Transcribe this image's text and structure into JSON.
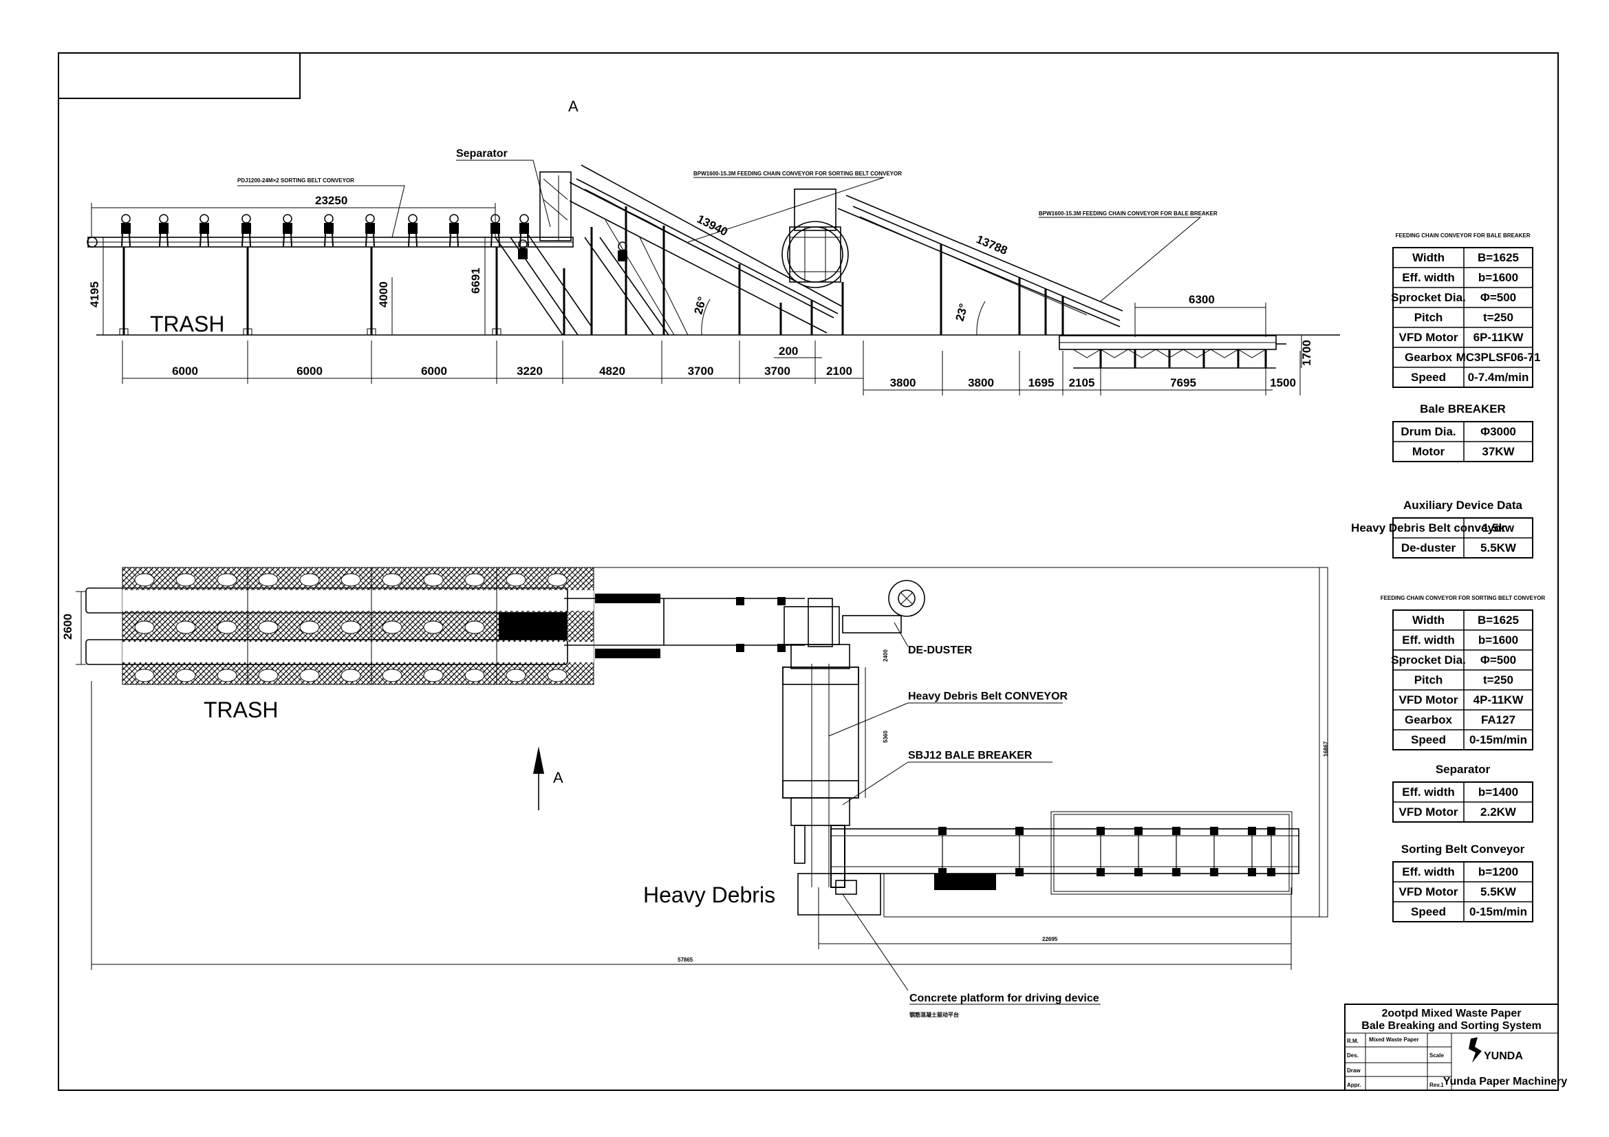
{
  "section_marks": {
    "top": "A",
    "plan": "A"
  },
  "elevation": {
    "labels": {
      "separator": "Separator",
      "sorting_conveyor": "PDJ1200-24M×2 SORTING BELT CONVEYOR",
      "feeding_sorting": "BPW1600-15.3M FEEDING CHAIN CONVEYOR FOR SORTING BELT CONVEYOR",
      "feeding_bale": "BPW1600-15.3M FEEDING CHAIN CONVEYOR FOR BALE BREAKER",
      "trash": "TRASH"
    },
    "dims": {
      "overall_top": "23250",
      "conv1_len": "13940",
      "conv2_len": "13788",
      "height_left": "4195",
      "height_mid": "4000",
      "height_sep": "6691",
      "angle1": "26°",
      "angle2": "23°",
      "d200": "200",
      "d6300": "6300",
      "d1700": "1700",
      "row1": [
        "6000",
        "6000",
        "6000",
        "3220",
        "4820",
        "3700",
        "3700",
        "2100"
      ],
      "row2": [
        "3800",
        "3800",
        "1695",
        "2105",
        "7695",
        "1500"
      ]
    }
  },
  "plan": {
    "labels": {
      "trash": "TRASH",
      "heavy_debris": "Heavy Debris",
      "de_duster": "DE-DUSTER",
      "heavy_debris_conveyor": "Heavy Debris Belt CONVEYOR",
      "bale_breaker": "SBJ12 BALE BREAKER",
      "concrete": "Concrete platform for driving device",
      "concrete_cn": "钢筋混凝土驱动平台"
    },
    "dims": {
      "d2600": "2600",
      "d2400": "2400",
      "d5360": "5360",
      "d16867": "16867",
      "d22695": "22695",
      "d57865": "57865"
    }
  },
  "spec_tables": [
    {
      "title": "FEEDING CHAIN CONVEYOR FOR BALE BREAKER",
      "small_title": true,
      "rows": [
        [
          "Width",
          "B=1625"
        ],
        [
          "Eff. width",
          "b=1600"
        ],
        [
          "Sprocket Dia.",
          "Φ=500"
        ],
        [
          "Pitch",
          "t=250"
        ],
        [
          "VFD Motor",
          "6P-11KW"
        ],
        [
          "Gearbox",
          "MC3PLSF06-71"
        ],
        [
          "Speed",
          "0-7.4m/min"
        ]
      ]
    },
    {
      "title": "Bale  BREAKER",
      "small_title": false,
      "rows": [
        [
          "Drum Dia.",
          "Φ3000"
        ],
        [
          "Motor",
          "37KW"
        ]
      ]
    },
    {
      "title": "Auxiliary Device Data",
      "small_title": false,
      "rows": [
        [
          "Heavy Debris Belt conveyor",
          "1.5kw"
        ],
        [
          "De-duster",
          "5.5KW"
        ]
      ]
    },
    {
      "title": "FEEDING CHAIN CONVEYOR FOR SORTING BELT CONVEYOR",
      "small_title": true,
      "rows": [
        [
          "Width",
          "B=1625"
        ],
        [
          "Eff. width",
          "b=1600"
        ],
        [
          "Sprocket Dia.",
          "Φ=500"
        ],
        [
          "Pitch",
          "t=250"
        ],
        [
          "VFD Motor",
          "4P-11KW"
        ],
        [
          "Gearbox",
          "FA127"
        ],
        [
          "Speed",
          "0-15m/min"
        ]
      ]
    },
    {
      "title": "Separator",
      "small_title": false,
      "rows": [
        [
          "Eff. width",
          "b=1400"
        ],
        [
          "VFD Motor",
          "2.2KW"
        ]
      ]
    },
    {
      "title": "Sorting Belt Conveyor",
      "small_title": false,
      "rows": [
        [
          "Eff. width",
          "b=1200"
        ],
        [
          "VFD Motor",
          "5.5KW"
        ],
        [
          "Speed",
          "0-15m/min"
        ]
      ]
    }
  ],
  "title_block": {
    "title_line1": "2ootpd Mixed Waste Paper",
    "title_line2": "Bale Breaking and Sorting System",
    "rows": [
      "R.M.",
      "Des.",
      "Draw",
      "Appr."
    ],
    "rm_value": "Mixed Waste Paper",
    "scale": "Scale",
    "rev": "Rev.1",
    "logo": "YUNDA",
    "company": "Yunda Paper Machinery"
  }
}
